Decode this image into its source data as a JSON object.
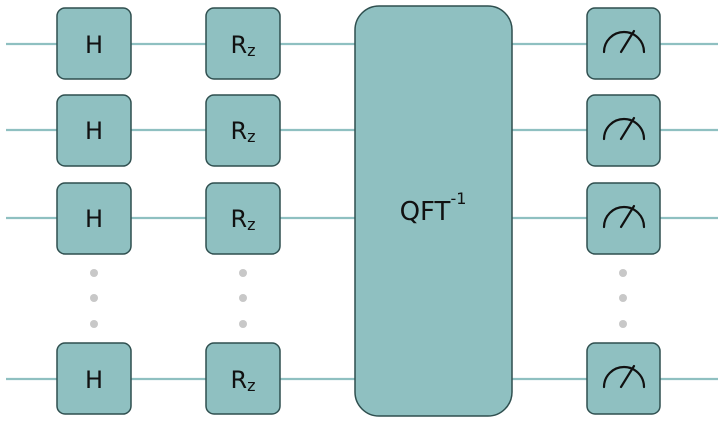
{
  "diagram": {
    "colors": {
      "wire": "#8fc0c1",
      "gate_fill": "#8fc0c1",
      "gate_stroke": "#2f4f4f",
      "dot": "#c8c8c8",
      "text": "#111111"
    },
    "gates": {
      "h_label": "H",
      "rz_label": "R",
      "rz_sub": "z",
      "qft_label": "QFT",
      "qft_sup": "-1"
    },
    "icons": {
      "measure": "meter-icon",
      "ellipsis": "vertical-ellipsis-icon"
    }
  }
}
